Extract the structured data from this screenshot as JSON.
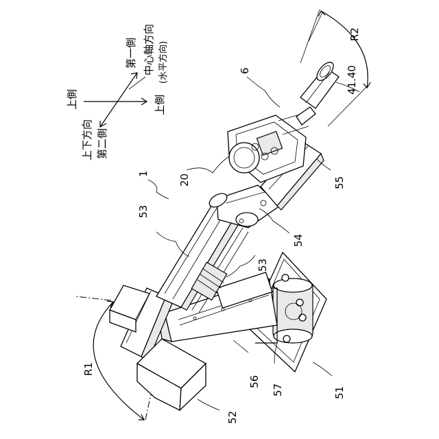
{
  "labels": {
    "dir_vertical": "上下方向",
    "side_second": "第二側",
    "side_first": "第一側",
    "upper_side_1": "上側",
    "upper_side_2": "上側",
    "axis_dir": "中心軸方向",
    "horizontal_dir": "(水平方向)",
    "angle_value": "41.40",
    "r1": "R1",
    "r2": "R2"
  },
  "refs": {
    "n1": "1",
    "n6": "6",
    "n20": "20",
    "n51": "51",
    "n52": "52",
    "n53a": "53",
    "n53b": "53",
    "n54": "54",
    "n55": "55",
    "n56": "56",
    "n57": "57"
  }
}
